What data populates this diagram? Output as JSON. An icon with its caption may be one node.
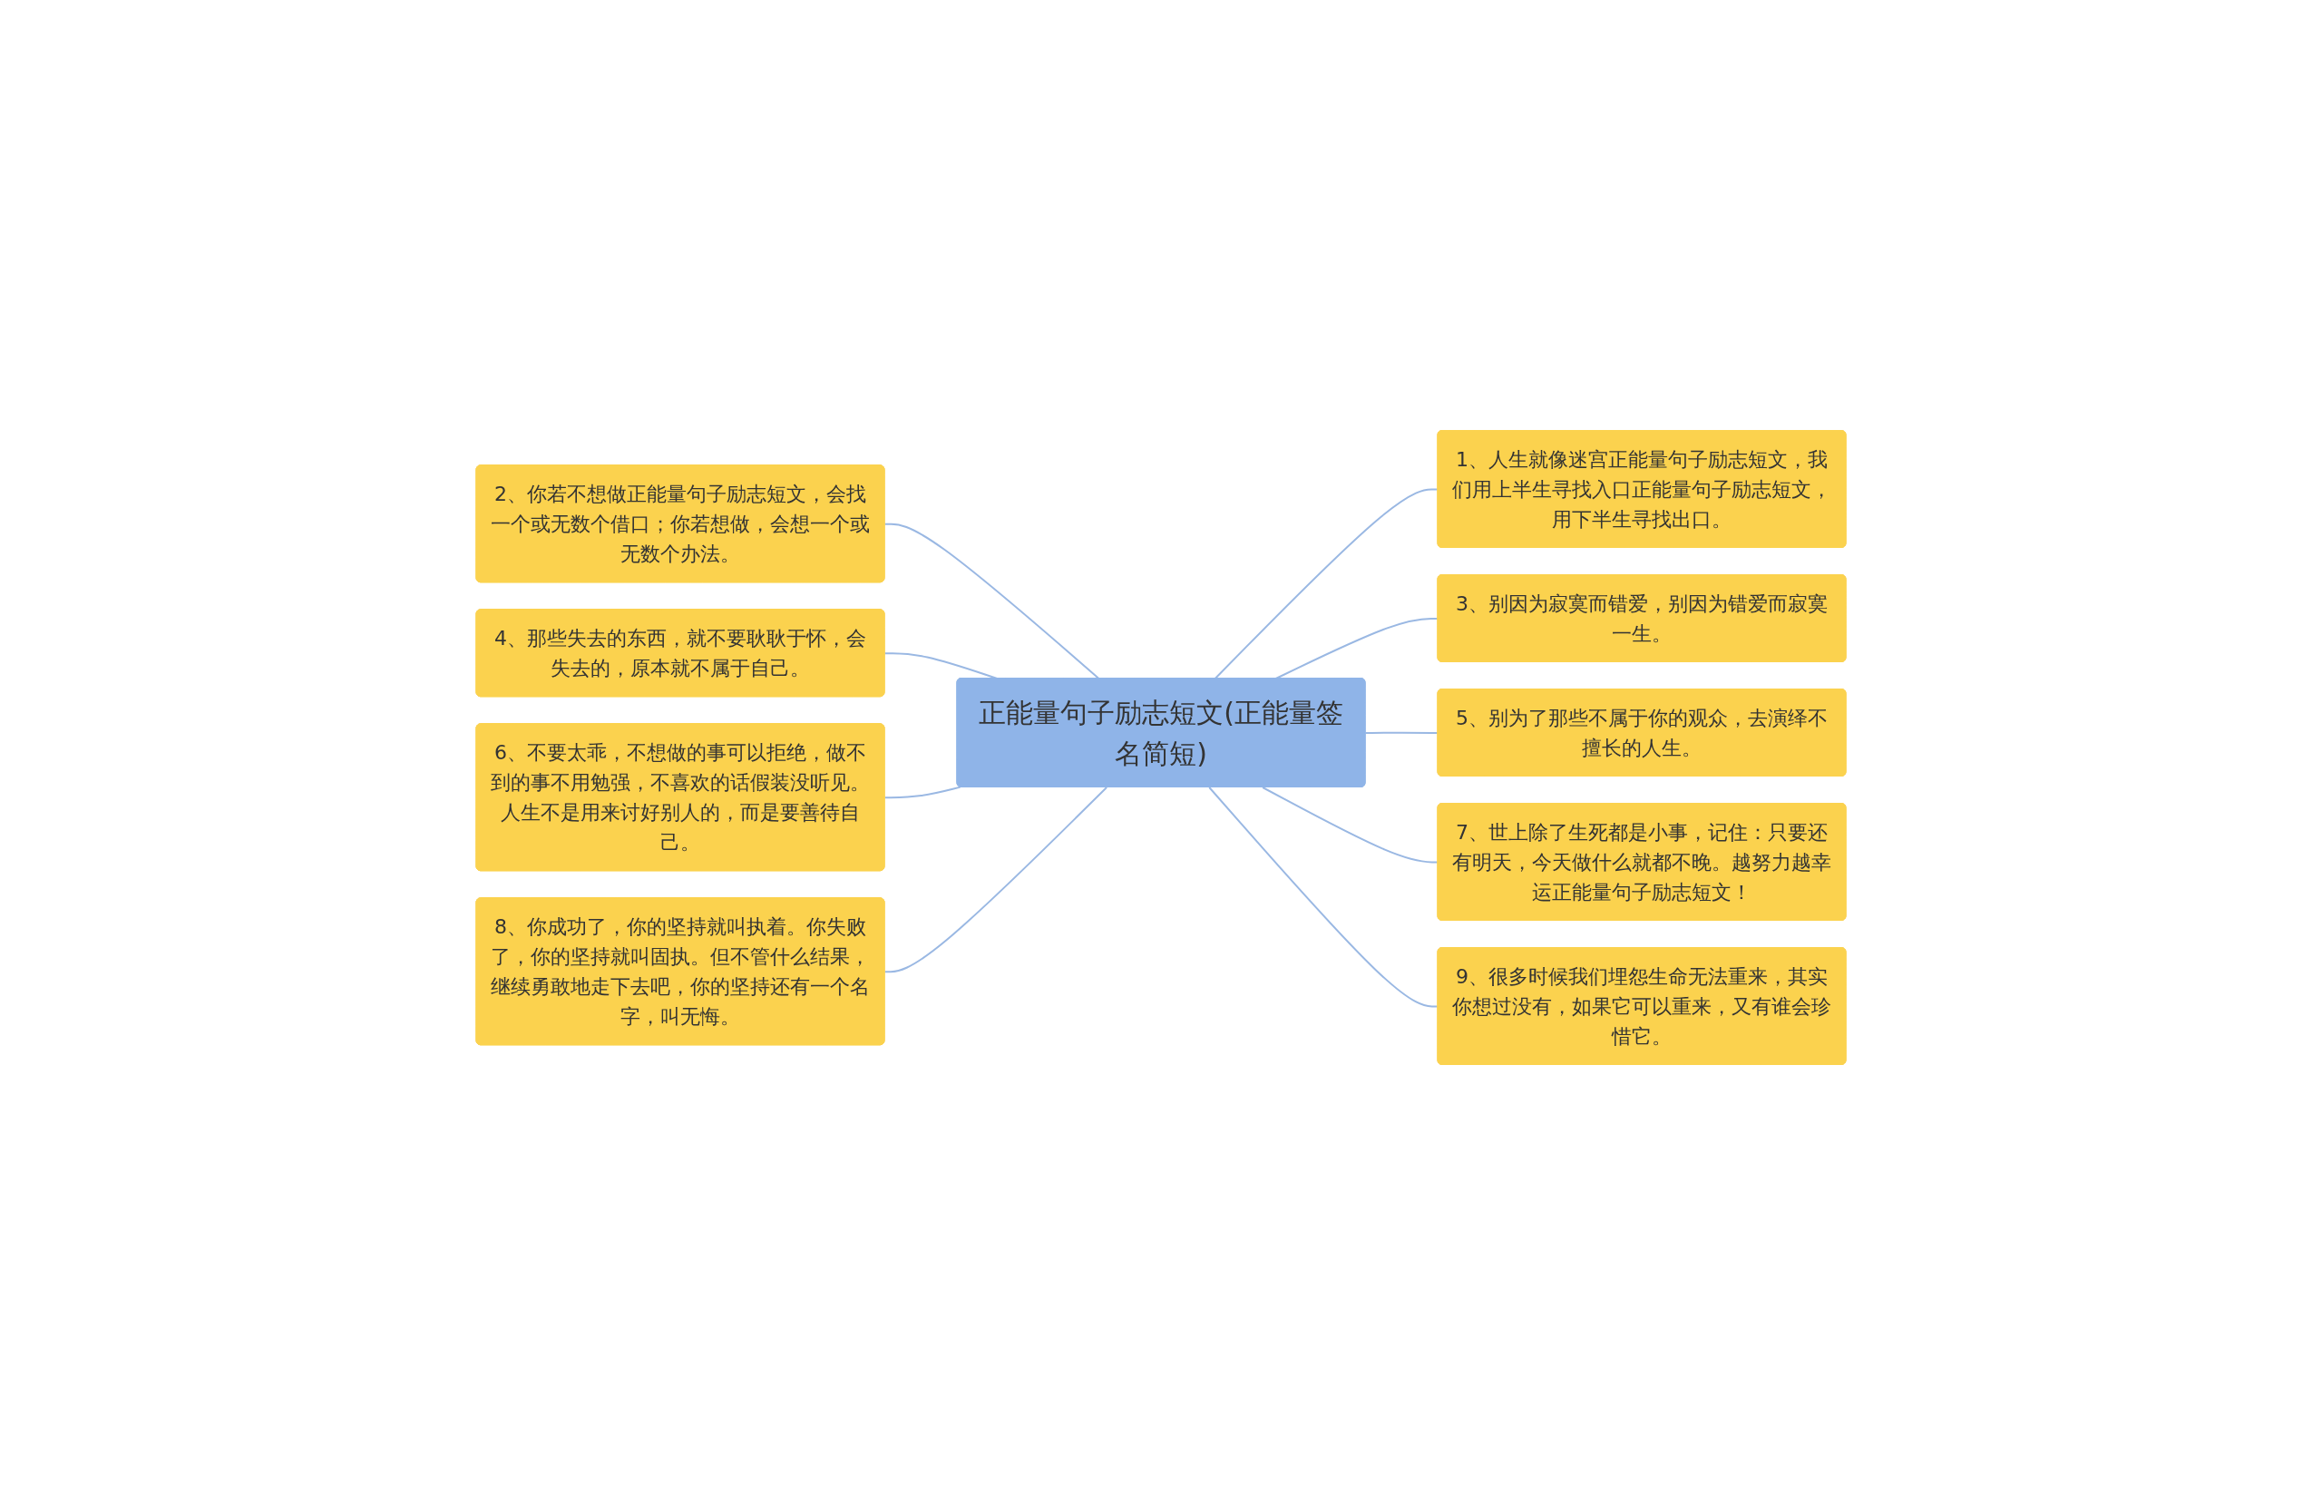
{
  "diagram": {
    "nodes": [
      {
        "text": [
          "正能量句子励志短文(正能量签名简短)"
        ]
      },
      {
        "text": [
          "1、人生就像迷宫正能量句子励志短文，我们用上半生寻找入口正能量句子励志短文，用下半生寻找出口。"
        ]
      },
      {
        "text": [
          "2、你若不想做正能量句子励志短文，会找一个或无数个借口；你若想做，会想一个或无数个办法。"
        ]
      },
      {
        "text": [
          "3、别因为寂寞而错爱，别因为错爱而寂寞一生。"
        ]
      },
      {
        "text": [
          "4、那些失去的东西，就不要耿耿于怀，会失去的，原本就不属于自己。"
        ]
      },
      {
        "text": [
          "5、别为了那些不属于你的观众，去演绎不擅长的人生。"
        ]
      },
      {
        "text": [
          "6、不要太乖，不想做的事可以拒绝，做不到的事不用勉强，不喜欢的话假装没听见。人生不是用来讨好别人的，而是要善待自己。"
        ]
      },
      {
        "text": [
          "7、世上除了生死都是小事，记住：只要还有明天，今天做什么就都不晚。越努力越幸运正能量句子励志短文！"
        ]
      },
      {
        "text": [
          "8、你成功了，你的坚持就叫执着。你失败了，你的坚持就叫固执。但不管什么结果，继续勇敢地走下去吧，你的坚持还有一个名字，叫无悔。"
        ]
      },
      {
        "text": [
          "9、很多时候我们埋怨生命无法重来，其实你想过没有，如果它可以重来，又有谁会珍惜它。"
        ]
      }
    ],
    "edges": [
      {
        "from": 0,
        "to": 1,
        "arrow": "none"
      },
      {
        "from": 2,
        "to": 0,
        "arrow": "none"
      },
      {
        "from": 0,
        "to": 3,
        "arrow": "none"
      },
      {
        "from": 4,
        "to": 0,
        "arrow": "none"
      },
      {
        "from": 0,
        "to": 5,
        "arrow": "none"
      },
      {
        "from": 6,
        "to": 0,
        "arrow": "none"
      },
      {
        "from": 0,
        "to": 7,
        "arrow": "none"
      },
      {
        "from": 8,
        "to": 0,
        "arrow": "none"
      },
      {
        "from": 0,
        "to": 9,
        "arrow": "none"
      }
    ]
  }
}
